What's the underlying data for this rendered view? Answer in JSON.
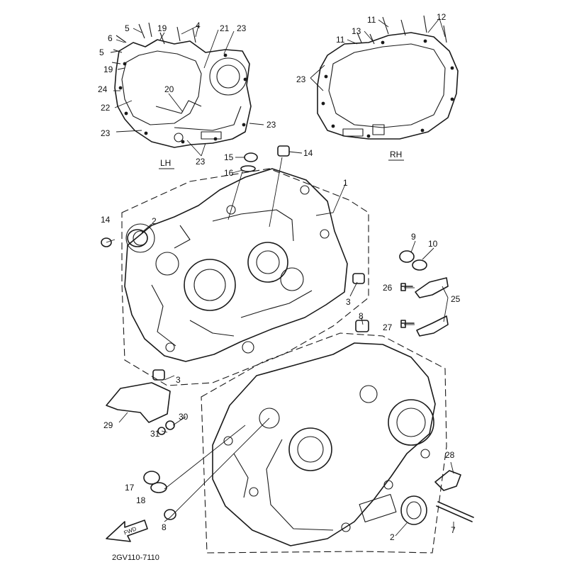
{
  "diagram": {
    "code": "2GV110-7110",
    "gasket_left_tag": "LH",
    "gasket_right_tag": "RH",
    "fwd_tag": "FWD",
    "callouts": [
      "1",
      "2",
      "2",
      "3",
      "3",
      "4",
      "5",
      "5",
      "6",
      "7",
      "8",
      "8",
      "9",
      "10",
      "11",
      "11",
      "12",
      "13",
      "14",
      "14",
      "15",
      "16",
      "17",
      "18",
      "19",
      "19",
      "20",
      "21",
      "22",
      "23",
      "23",
      "23",
      "23",
      "23",
      "24",
      "25",
      "26",
      "27",
      "28",
      "29",
      "30",
      "31"
    ]
  }
}
